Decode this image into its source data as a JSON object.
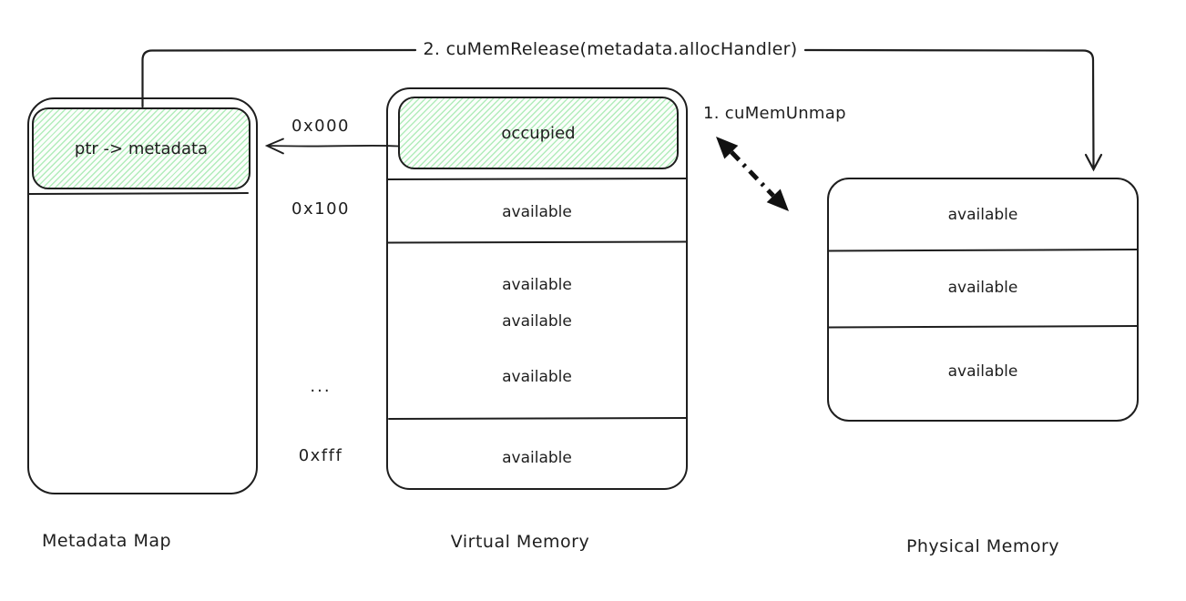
{
  "diagram": {
    "arrows": {
      "release_label": "2. cuMemRelease(metadata.allocHandler)",
      "unmap_label": "1. cuMemUnmap"
    },
    "metadata_map": {
      "caption": "Metadata Map",
      "cell": "ptr -> metadata"
    },
    "virtual_memory": {
      "caption": "Virtual Memory",
      "occupied_cell": "occupied",
      "rows": [
        "available",
        "available",
        "available",
        "available",
        "available"
      ],
      "addresses": [
        "0x000",
        "0x100",
        "...",
        "0xfff"
      ]
    },
    "physical_memory": {
      "caption": "Physical Memory",
      "rows": [
        "available",
        "available",
        "available"
      ]
    },
    "colors": {
      "stroke": "#1e1e1e",
      "green_hatch": "#69db7c",
      "green_background": "#fbfefb"
    }
  }
}
